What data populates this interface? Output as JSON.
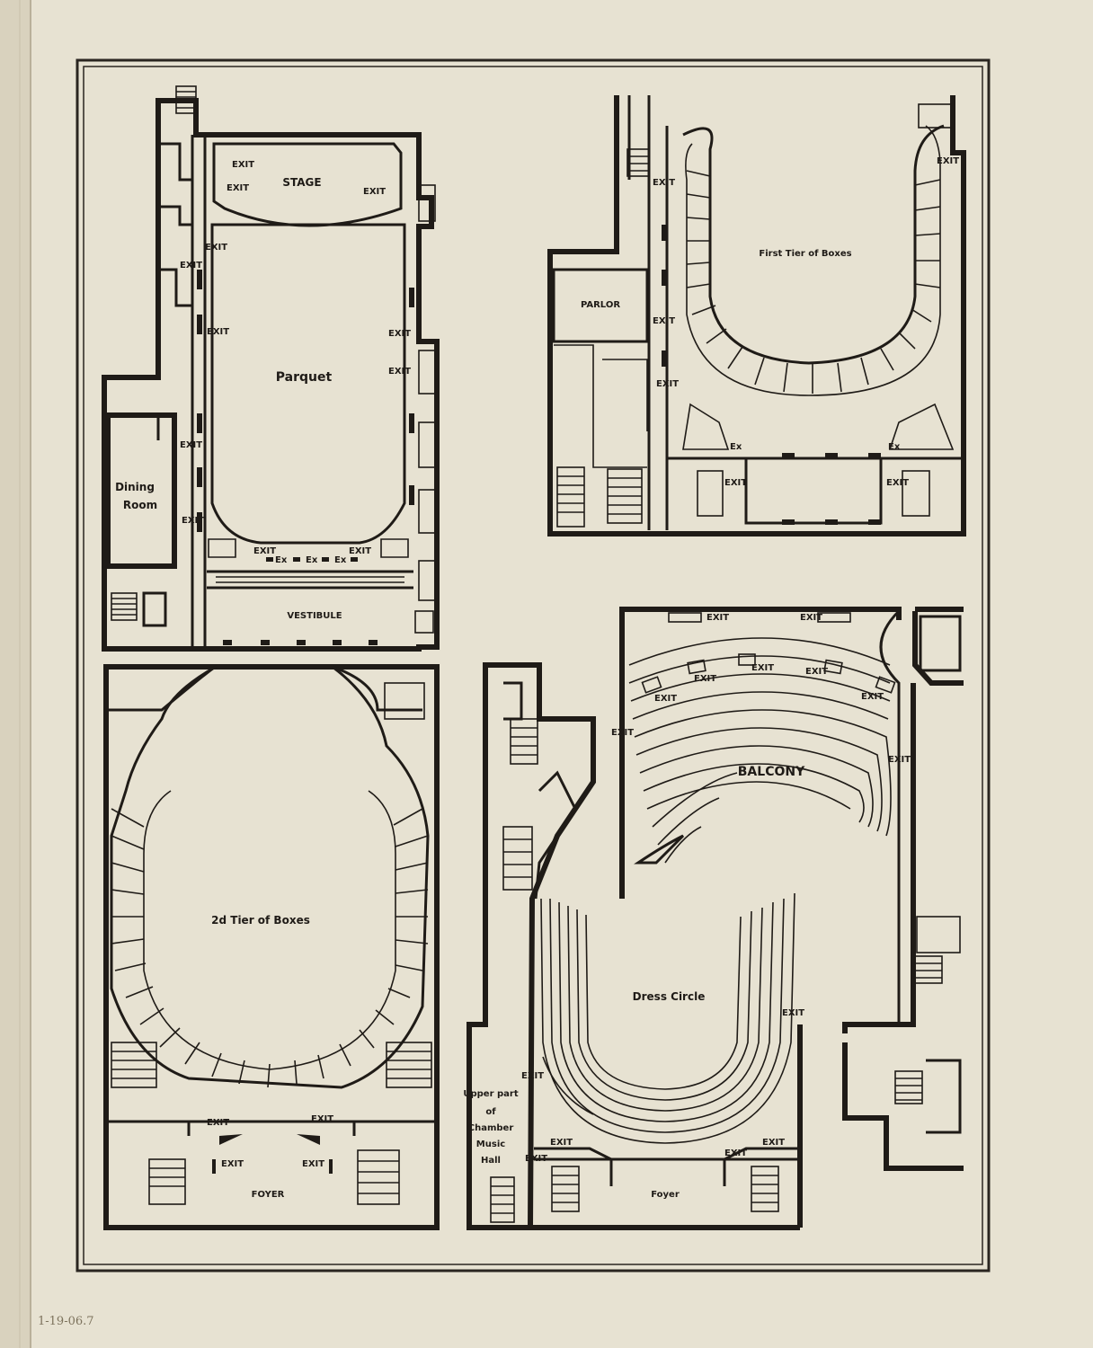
{
  "archive_note": "1-19-06.7",
  "plans": {
    "parquet": {
      "title": "Parquet",
      "stage": "STAGE",
      "vestibule": "VESTIBULE",
      "dining_room": [
        "Dining",
        "Room"
      ],
      "exit": "EXIT",
      "ex": "Ex"
    },
    "first_tier": {
      "title": "First Tier of Boxes",
      "parlor": "PARLOR",
      "exit": "EXIT",
      "ex": "Ex"
    },
    "second_tier": {
      "title": "2d Tier of Boxes",
      "foyer": "FOYER",
      "exit": "EXIT"
    },
    "balcony": {
      "title": "BALCONY",
      "exit": "EXIT"
    },
    "dress_circle": {
      "title": "Dress Circle",
      "foyer": "Foyer",
      "exit": "EXIT",
      "chamber_note": [
        "Upper part",
        "of",
        "Chamber",
        "Music",
        "Hall"
      ]
    }
  }
}
